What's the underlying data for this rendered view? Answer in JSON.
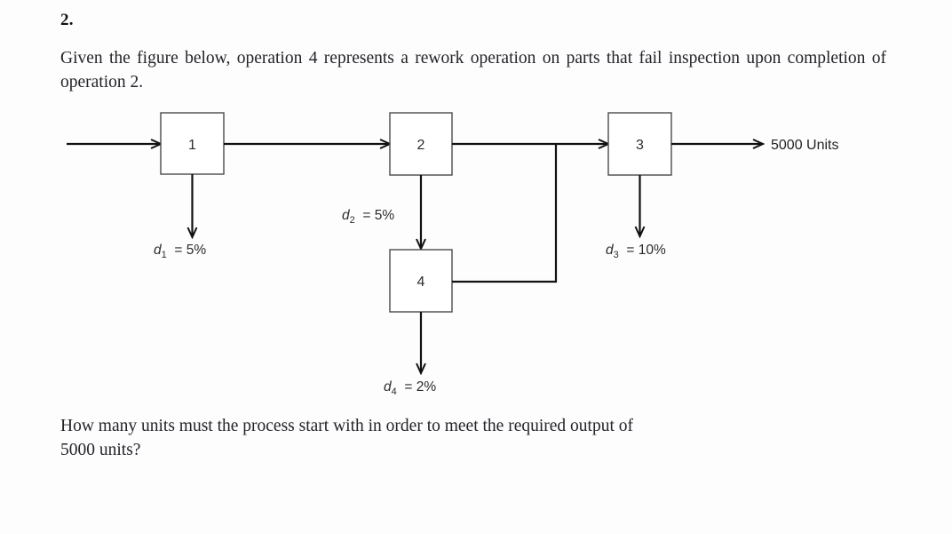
{
  "question": {
    "number": "2.",
    "intro": "Given the figure below, operation 4 represents a rework operation on parts that fail inspection upon completion of operation 2.",
    "outro_line1": "How many units must the process start with in order to meet the required output of",
    "outro_line2": "5000 units?"
  },
  "figure": {
    "nodes": [
      {
        "id": "op1",
        "label": "1"
      },
      {
        "id": "op2",
        "label": "2"
      },
      {
        "id": "op3",
        "label": "3"
      },
      {
        "id": "op4",
        "label": "4"
      }
    ],
    "defect_labels": [
      {
        "id": "d1",
        "symbol": "d",
        "subscript": "1",
        "equals": "=",
        "value": "5%",
        "full": "d1 = 5%"
      },
      {
        "id": "d2",
        "symbol": "d",
        "subscript": "2",
        "equals": "=",
        "value": "5%",
        "full": "d2 = 5%"
      },
      {
        "id": "d3",
        "symbol": "d",
        "subscript": "3",
        "equals": "=",
        "value": "10%",
        "full": "d3 = 10%"
      },
      {
        "id": "d4",
        "symbol": "d",
        "subscript": "4",
        "equals": "=",
        "value": "2%",
        "full": "d4 = 2%"
      }
    ],
    "output_label": "5000 Units"
  },
  "chart_data": {
    "type": "diagram",
    "title": "Process flow with rework loop",
    "nodes": [
      "1",
      "2",
      "3",
      "4"
    ],
    "edges": [
      {
        "from": "start",
        "to": "1",
        "label": ""
      },
      {
        "from": "1",
        "to": "2",
        "label": ""
      },
      {
        "from": "2",
        "to": "3",
        "label": ""
      },
      {
        "from": "2",
        "to": "4",
        "label": "d2 = 5%"
      },
      {
        "from": "4",
        "to": "3",
        "label": ""
      },
      {
        "from": "3",
        "to": "output",
        "label": "5000 Units"
      },
      {
        "from": "1",
        "to": "scrap",
        "label": "d1 = 5%"
      },
      {
        "from": "3",
        "to": "scrap",
        "label": "d3 = 10%"
      },
      {
        "from": "4",
        "to": "scrap",
        "label": "d4 = 2%"
      }
    ],
    "defect_rates": {
      "d1": 0.05,
      "d2": 0.05,
      "d3": 0.1,
      "d4": 0.02
    },
    "required_output_units": 5000
  }
}
